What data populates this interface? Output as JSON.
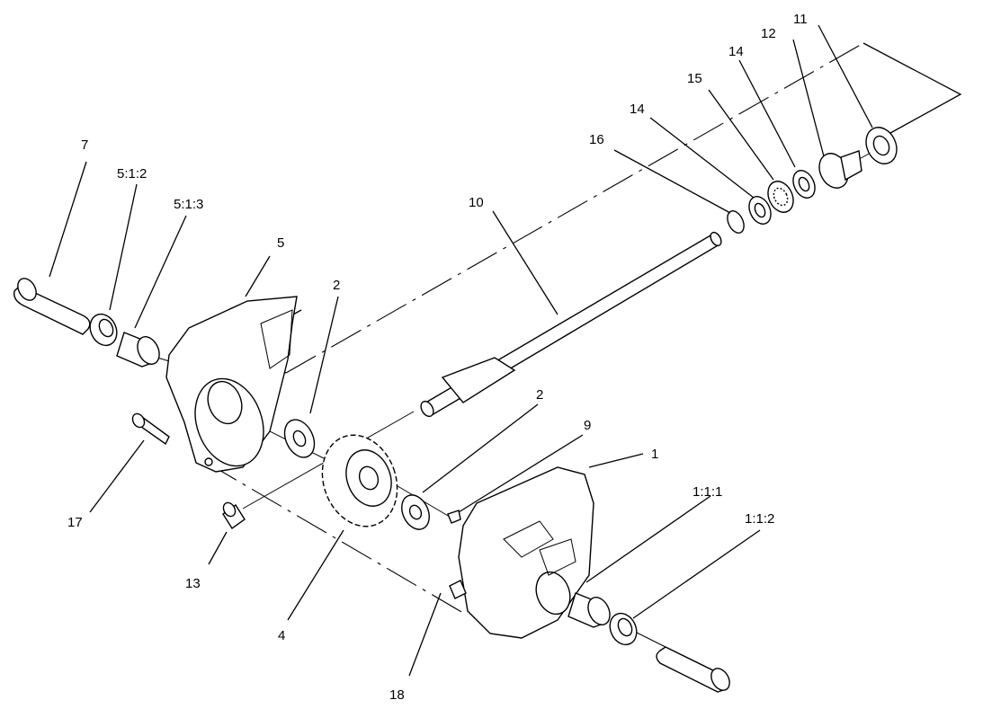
{
  "diagram": {
    "labels": {
      "p7": "7",
      "p5_1_2": "5:1:2",
      "p5_1_3": "5:1:3",
      "p5": "5",
      "p2_top": "2",
      "p17": "17",
      "p13": "13",
      "p4": "4",
      "p18": "18",
      "p10": "10",
      "p16": "16",
      "p14_left": "14",
      "p15": "15",
      "p14_right": "14",
      "p12": "12",
      "p11": "11",
      "p2_mid": "2",
      "p9": "9",
      "p1": "1",
      "p1_1_1": "1:1:1",
      "p1_1_2": "1:1:2"
    }
  }
}
